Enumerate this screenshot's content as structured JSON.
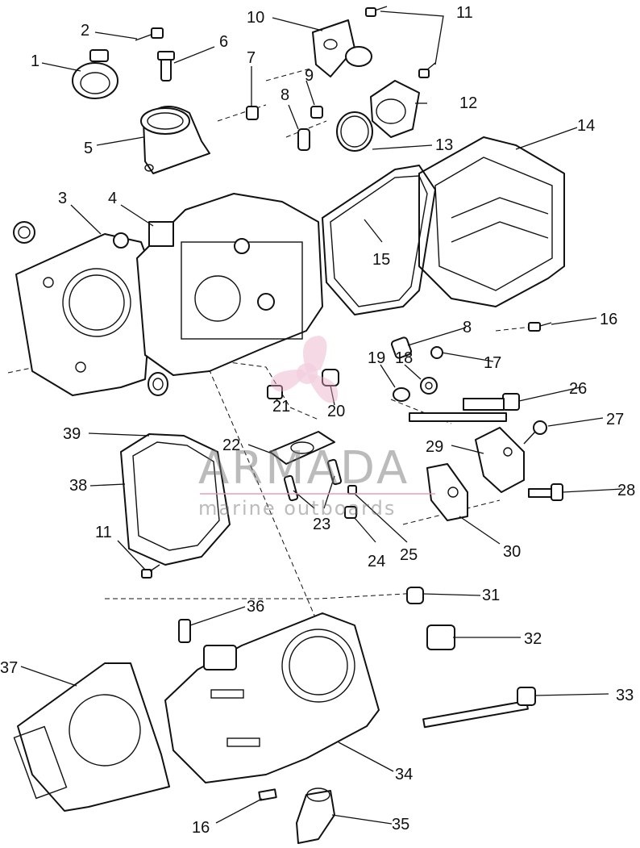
{
  "diagram": {
    "callouts": [
      {
        "id": "c1",
        "text": "1"
      },
      {
        "id": "c2",
        "text": "2"
      },
      {
        "id": "c3",
        "text": "3"
      },
      {
        "id": "c4",
        "text": "4"
      },
      {
        "id": "c5",
        "text": "5"
      },
      {
        "id": "c6",
        "text": "6"
      },
      {
        "id": "c7",
        "text": "7"
      },
      {
        "id": "c8a",
        "text": "8"
      },
      {
        "id": "c8b",
        "text": "8"
      },
      {
        "id": "c9",
        "text": "9"
      },
      {
        "id": "c10",
        "text": "10"
      },
      {
        "id": "c11a",
        "text": "11"
      },
      {
        "id": "c11b",
        "text": "11"
      },
      {
        "id": "c12",
        "text": "12"
      },
      {
        "id": "c13",
        "text": "13"
      },
      {
        "id": "c14",
        "text": "14"
      },
      {
        "id": "c15",
        "text": "15"
      },
      {
        "id": "c16a",
        "text": "16"
      },
      {
        "id": "c16b",
        "text": "16"
      },
      {
        "id": "c17",
        "text": "17"
      },
      {
        "id": "c18",
        "text": "18"
      },
      {
        "id": "c19",
        "text": "19"
      },
      {
        "id": "c20",
        "text": "20"
      },
      {
        "id": "c21",
        "text": "21"
      },
      {
        "id": "c22",
        "text": "22"
      },
      {
        "id": "c23",
        "text": "23"
      },
      {
        "id": "c24",
        "text": "24"
      },
      {
        "id": "c25",
        "text": "25"
      },
      {
        "id": "c26",
        "text": "26"
      },
      {
        "id": "c27",
        "text": "27"
      },
      {
        "id": "c28",
        "text": "28"
      },
      {
        "id": "c29",
        "text": "29"
      },
      {
        "id": "c30",
        "text": "30"
      },
      {
        "id": "c31",
        "text": "31"
      },
      {
        "id": "c32",
        "text": "32"
      },
      {
        "id": "c33",
        "text": "33"
      },
      {
        "id": "c34",
        "text": "34"
      },
      {
        "id": "c35",
        "text": "35"
      },
      {
        "id": "c36",
        "text": "36"
      },
      {
        "id": "c37",
        "text": "37"
      },
      {
        "id": "c38",
        "text": "38"
      },
      {
        "id": "c39",
        "text": "39"
      }
    ]
  },
  "watermark": {
    "brand": "ARMADA",
    "tagline": "marine outboards",
    "logo_color": "#e8a7c4"
  }
}
